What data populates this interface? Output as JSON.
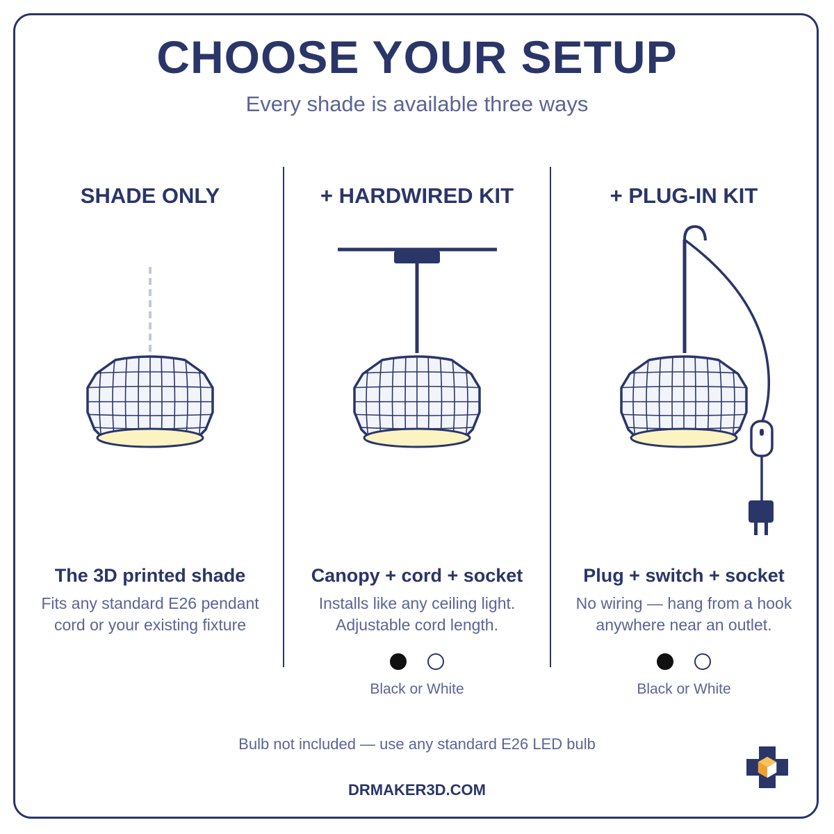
{
  "header": {
    "title": "CHOOSE YOUR SETUP",
    "subtitle": "Every shade is available three ways"
  },
  "columns": [
    {
      "title": "SHADE ONLY",
      "heading": "The 3D printed shade",
      "desc_line1": "Fits any standard E26 pendant",
      "desc_line2": "cord or your existing fixture"
    },
    {
      "title": "+ HARDWIRED KIT",
      "heading": "Canopy + cord + socket",
      "desc_line1": "Installs like any ceiling light.",
      "desc_line2": "Adjustable cord length.",
      "color_options": "Black or White"
    },
    {
      "title": "+ PLUG-IN KIT",
      "heading": "Plug + switch + socket",
      "desc_line1": "No wiring — hang from a hook",
      "desc_line2": "anywhere near an outlet.",
      "color_options": "Black or White"
    }
  ],
  "footer": {
    "note": "Bulb not included — use any standard E26 LED bulb",
    "site": "DRMAKER3D.COM"
  },
  "colors": {
    "navy": "#2a3568",
    "muted_text": "#5b6494",
    "shade_fill": "#f2f4fb",
    "bulb_glow": "#fbf3c2",
    "swatch_black": "#111111",
    "swatch_white": "#ffffff",
    "logo_orange": "#f0a030"
  },
  "icons": {
    "logo": "cube-cross-logo"
  }
}
